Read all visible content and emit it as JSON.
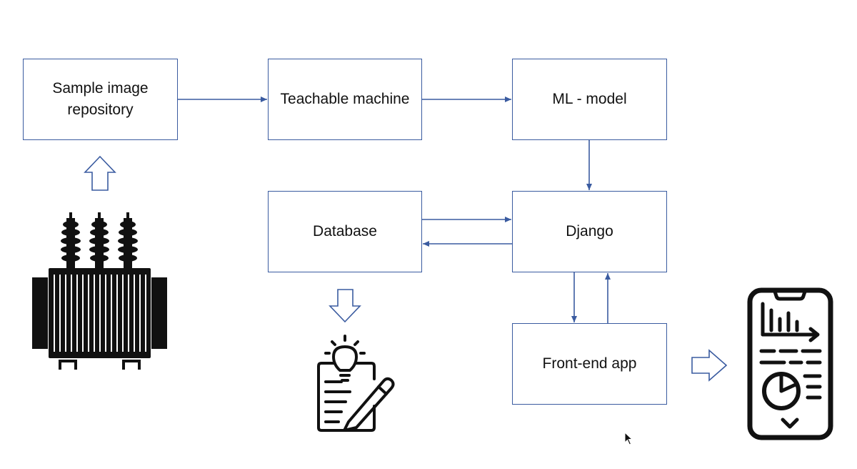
{
  "diagram": {
    "colors": {
      "border": "#3a5ba0",
      "arrow": "#3a5ba0",
      "icon": "#111111",
      "text": "#111111"
    },
    "nodes": {
      "sample_repo": {
        "label": "Sample image\nrepository"
      },
      "teachable": {
        "label": "Teachable machine"
      },
      "ml_model": {
        "label": "ML - model"
      },
      "database": {
        "label": "Database"
      },
      "django": {
        "label": "Django"
      },
      "frontend": {
        "label": "Front-end app"
      }
    },
    "edges": [
      {
        "from": "sample_repo",
        "to": "teachable"
      },
      {
        "from": "teachable",
        "to": "ml_model"
      },
      {
        "from": "ml_model",
        "to": "django"
      },
      {
        "from": "database",
        "to": "django"
      },
      {
        "from": "django",
        "to": "database"
      },
      {
        "from": "django",
        "to": "frontend"
      },
      {
        "from": "frontend",
        "to": "django"
      }
    ],
    "icons": {
      "transformer": "transformer-icon",
      "report": "idea-report-icon",
      "phone": "phone-dashboard-icon"
    }
  }
}
